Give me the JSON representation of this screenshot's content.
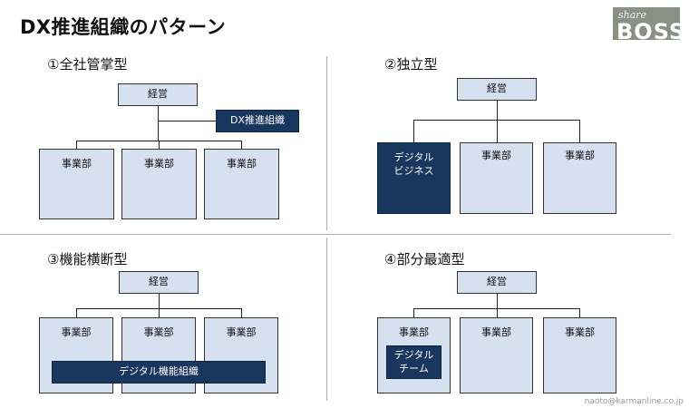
{
  "title": "DX推進組織のパターン",
  "logo": {
    "small": "share",
    "large": "BOSS"
  },
  "colors": {
    "box_fill": "#d6e1f0",
    "accent_navy": "#19375e",
    "logo_bg": "#8a9184"
  },
  "q1": {
    "title": "①全社管掌型",
    "top": "経営",
    "side": "DX推進組織",
    "divisions": [
      "事業部",
      "事業部",
      "事業部"
    ]
  },
  "q2": {
    "title": "②独立型",
    "top": "経営",
    "digital": "デジタル\nビジネス",
    "divisions": [
      "事業部",
      "事業部"
    ]
  },
  "q3": {
    "title": "③機能横断型",
    "top": "経営",
    "divisions": [
      "事業部",
      "事業部",
      "事業部"
    ],
    "band": "デジタル機能組織"
  },
  "q4": {
    "title": "④部分最適型",
    "top": "経営",
    "divisions": [
      "事業部",
      "事業部",
      "事業部"
    ],
    "team": "デジタル\nチーム"
  },
  "footer": "naoto@karmanline.co.jp"
}
